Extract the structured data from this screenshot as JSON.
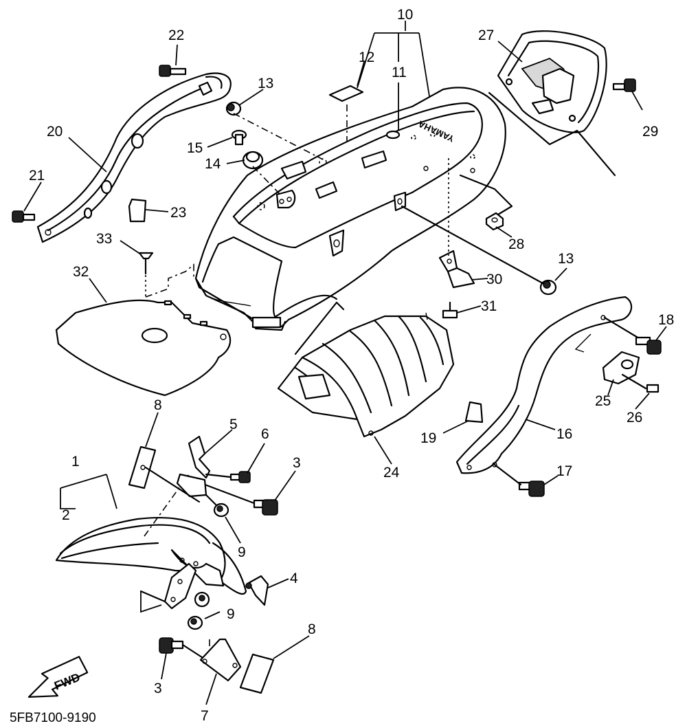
{
  "diagram": {
    "code": "5FB7100-9190",
    "fwd_label": "FWD",
    "brand_label": "YAMAHA",
    "callouts": {
      "c1": "1",
      "c2": "2",
      "c3a": "3",
      "c3b": "3",
      "c4": "4",
      "c5": "5",
      "c6": "6",
      "c7": "7",
      "c8a": "8",
      "c8b": "8",
      "c9a": "9",
      "c9b": "9",
      "c10": "10",
      "c11": "11",
      "c12": "12",
      "c13a": "13",
      "c13b": "13",
      "c14": "14",
      "c15": "15",
      "c16": "16",
      "c17": "17",
      "c18": "18",
      "c19": "19",
      "c20": "20",
      "c21": "21",
      "c22": "22",
      "c23": "23",
      "c24": "24",
      "c25": "25",
      "c26": "26",
      "c27": "27",
      "c28": "28",
      "c29": "29",
      "c30": "30",
      "c31": "31",
      "c32": "32",
      "c33": "33"
    }
  }
}
